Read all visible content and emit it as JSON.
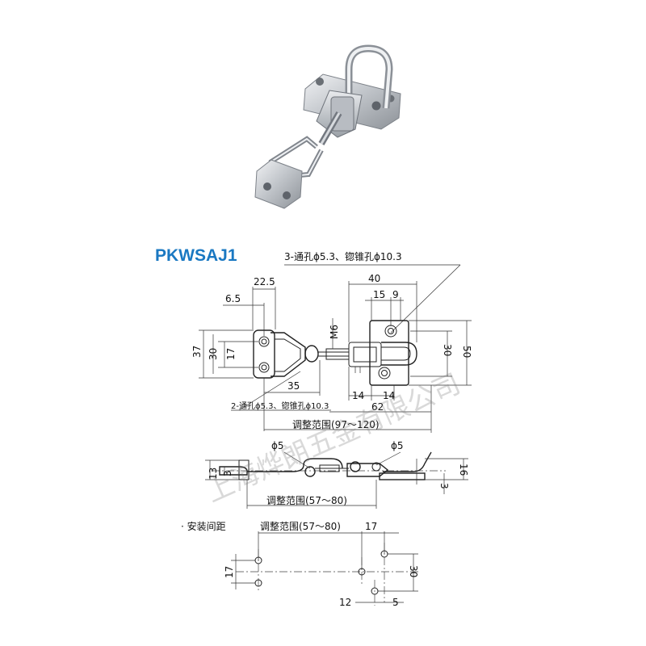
{
  "title": "PKWSAJ1",
  "colors": {
    "title": "#1a78c2",
    "metal": "#c9cdd2"
  },
  "callouts": {
    "top_holes": "3-通孔ϕ5.3、锪锥孔ϕ10.3",
    "bottom_holes": "2-通孔ϕ5.3、锪锥孔ϕ10.3",
    "adjust_top": "调整范围(97～120)",
    "adjust_side": "调整范围(57～80)",
    "adjust_mount": "调整范围(57～80)",
    "section": "· 安装间距"
  },
  "dims": {
    "d22_5": "22.5",
    "d6_5": "6.5",
    "d37": "37",
    "d30a": "30",
    "d17a": "17",
    "dM6": "M6",
    "d40": "40",
    "d15": "15",
    "d9": "9",
    "d30b": "30",
    "d50": "50",
    "d35": "35",
    "d14a": "14",
    "d14b": "14",
    "d62": "62",
    "phi5a": "ϕ5",
    "phi5b": "ϕ5",
    "d13": "13",
    "d3a": "3",
    "d16": "16",
    "d3b": "3",
    "d17b": "17",
    "d17c": "17",
    "d30c": "30",
    "d12": "12",
    "d5": "5"
  },
  "watermark": "上海烨朗五金有限公司"
}
